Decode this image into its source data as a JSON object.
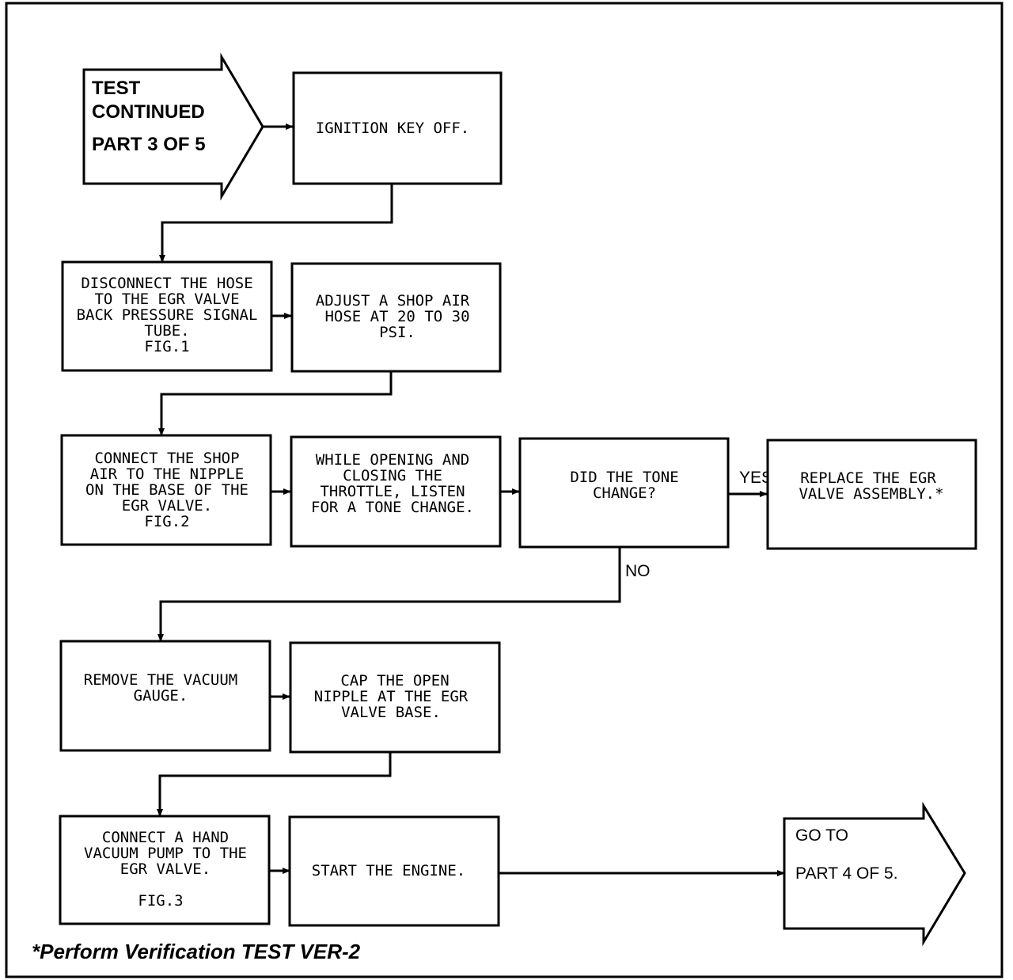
{
  "start_arrow": {
    "lines": [
      "TEST",
      "CONTINUED",
      "PART 3 OF 5"
    ]
  },
  "steps": {
    "ignition": [
      "IGNITION KEY OFF."
    ],
    "disconnect_hose": [
      "DISCONNECT THE HOSE",
      "TO THE EGR VALVE",
      "BACK PRESSURE SIGNAL",
      "TUBE.",
      "FIG.1"
    ],
    "adjust_air": [
      "ADJUST A SHOP AIR",
      "HOSE AT 20 TO 30",
      "PSI."
    ],
    "connect_shop_air": [
      "CONNECT THE SHOP",
      "AIR TO THE NIPPLE",
      "ON THE BASE OF THE",
      "EGR VALVE.",
      "FIG.2"
    ],
    "listen_tone": [
      "WHILE OPENING AND",
      "CLOSING THE",
      "THROTTLE, LISTEN",
      "FOR A TONE CHANGE."
    ],
    "tone_decision": [
      "DID THE TONE",
      "CHANGE?"
    ],
    "replace_valve": [
      "REPLACE THE EGR",
      "VALVE ASSEMBLY.*"
    ],
    "remove_gauge": [
      "REMOVE THE VACUUM",
      "GAUGE."
    ],
    "cap_nipple": [
      "CAP THE OPEN",
      "NIPPLE AT THE EGR",
      "VALVE BASE."
    ],
    "connect_pump": [
      "CONNECT A HAND",
      "VACUUM PUMP TO THE",
      "EGR VALVE.",
      "",
      "FIG.3"
    ],
    "start_engine": [
      "START THE ENGINE."
    ]
  },
  "labels": {
    "yes": "YES",
    "no": "NO"
  },
  "end_arrow": {
    "lines": [
      "GO TO",
      "PART 4 OF 5."
    ]
  },
  "footnote": "*Perform Verification TEST VER-2"
}
